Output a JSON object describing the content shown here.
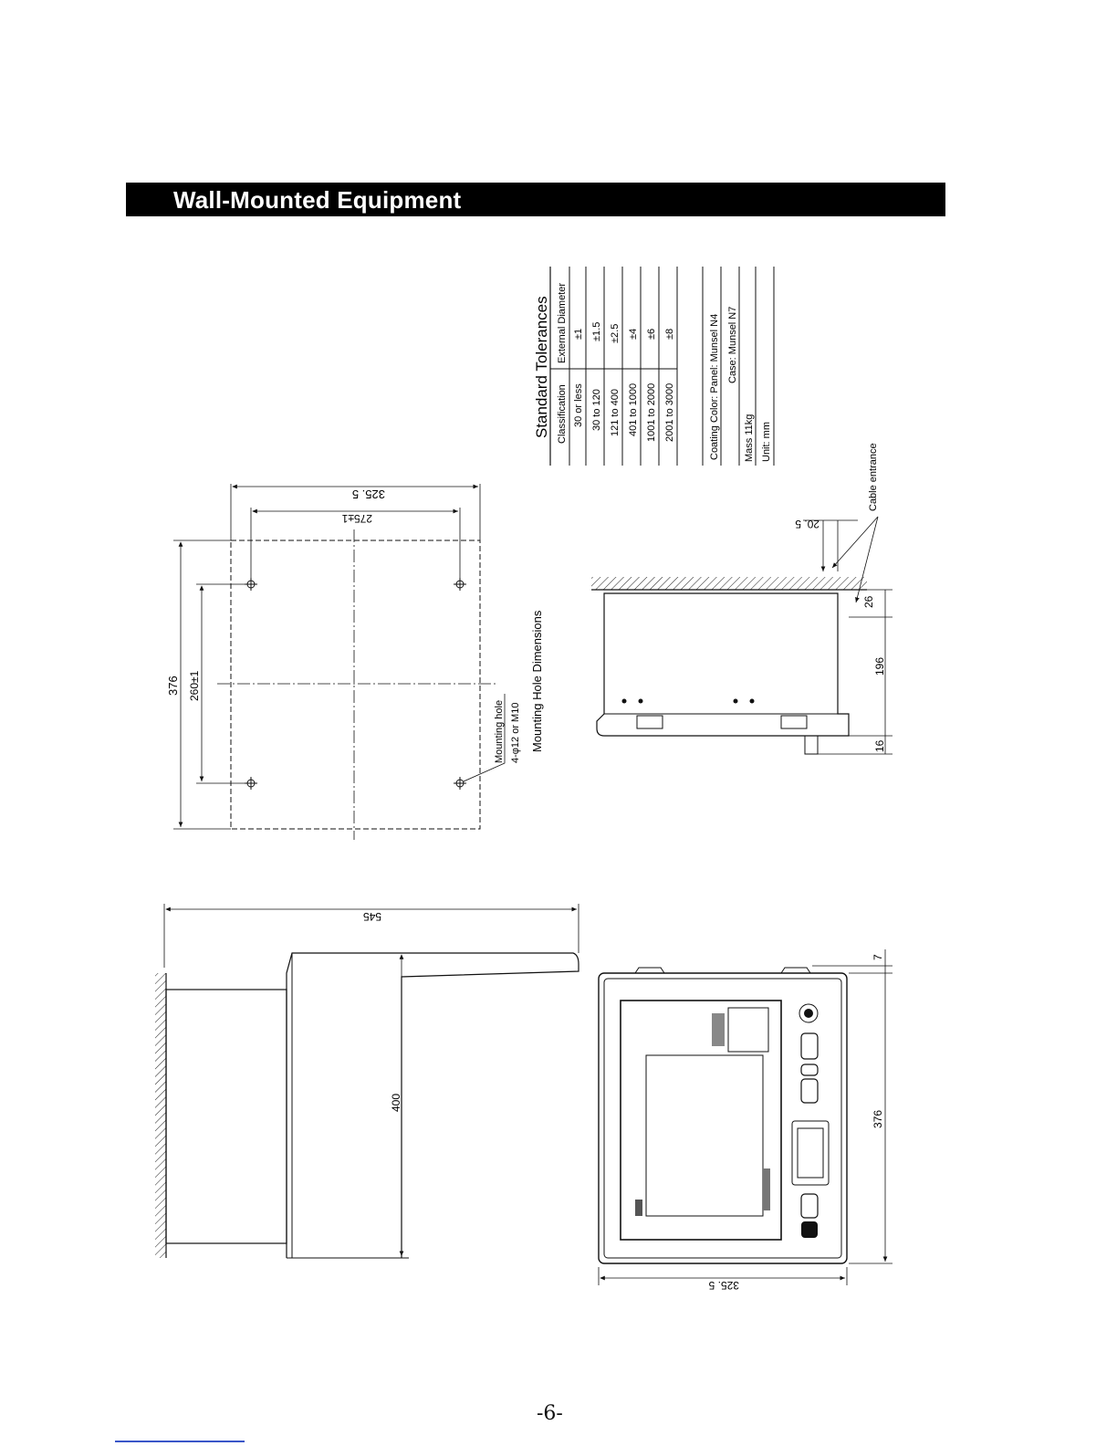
{
  "page": {
    "title": "Wall-Mounted Equipment",
    "page_number": "-6-"
  },
  "tolerances": {
    "title": "Standard Tolerances",
    "header_classification": "Classification",
    "header_diameter": "External Diameter",
    "rows": [
      {
        "classification": "30 or less",
        "value": "±1"
      },
      {
        "classification": "30   to 120",
        "value": "±1.5"
      },
      {
        "classification": "121   to 400",
        "value": "±2.5"
      },
      {
        "classification": "401 to 1000",
        "value": "±4"
      },
      {
        "classification": "1001 to 2000",
        "value": "±6"
      },
      {
        "classification": "2001 to 3000",
        "value": "±8"
      }
    ]
  },
  "specs": {
    "coating_panel": "Coating Color:   Panel: Munsel N4",
    "coating_case": "Case:  Munsel N7",
    "mass": "Mass 11kg",
    "unit": "Unit: mm"
  },
  "mounting": {
    "title": "Mounting Hole Dimensions",
    "hole_label": "Mounting hole",
    "hole_spec": "4-φ12 or M10",
    "dim_width_outer": "325. 5",
    "dim_width_inner": "275±1",
    "dim_height_outer": "376",
    "dim_height_inner": "260±1"
  },
  "side_view": {
    "cable_label": "Cable entrance",
    "dim_offset": "20. 5",
    "dim_26": "26",
    "dim_196": "196",
    "dim_16": "16"
  },
  "top_view": {
    "dim_depth": "545",
    "dim_length": "400"
  },
  "front_view": {
    "dim_width": "325. 5",
    "dim_height": "376",
    "dim_top": "7"
  }
}
